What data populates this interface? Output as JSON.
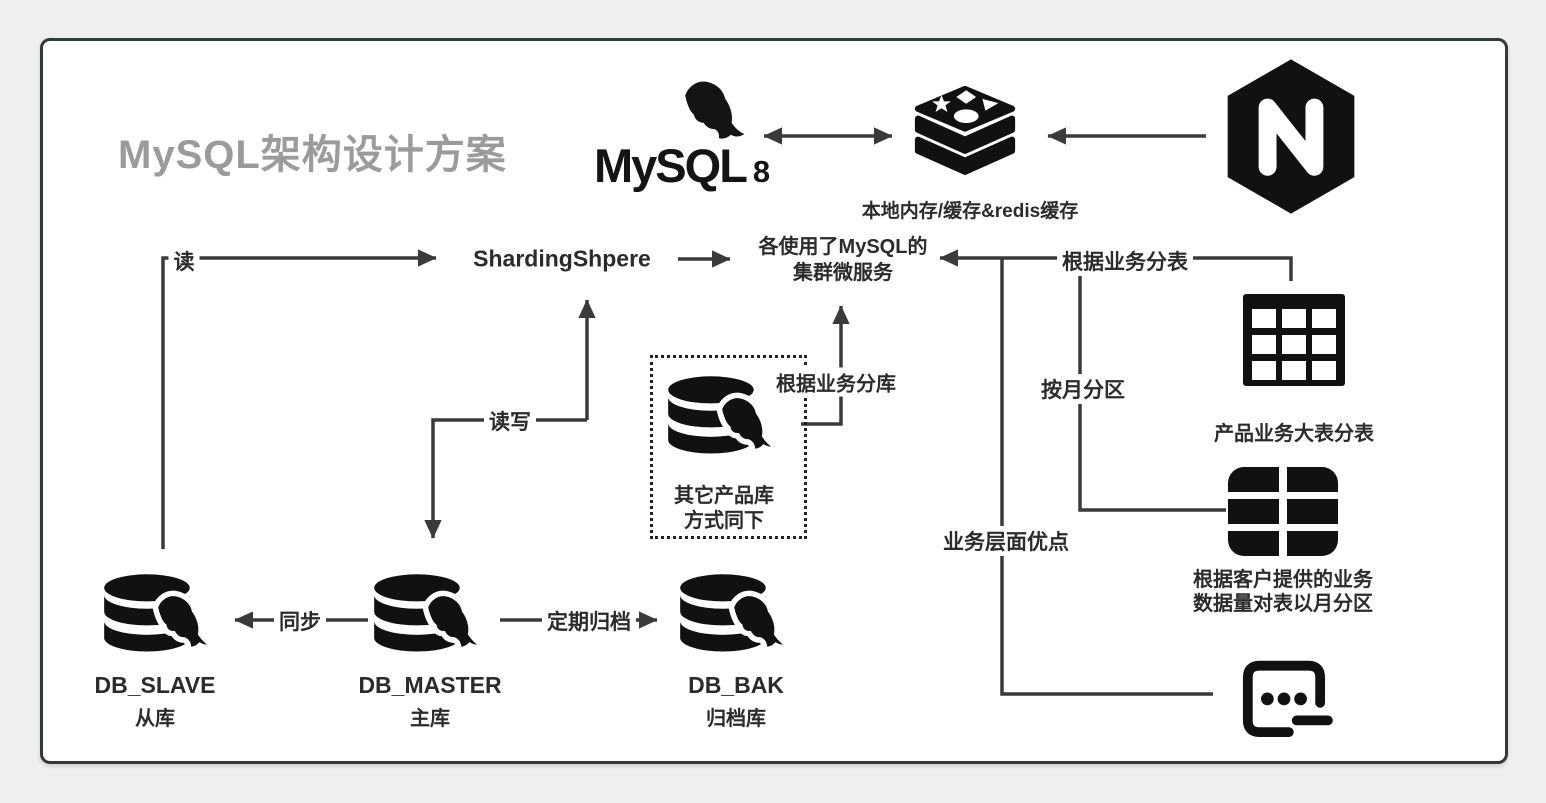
{
  "title": "MySQL架构设计方案",
  "mysql_logo": {
    "wordmark": "MySQL",
    "version": "8"
  },
  "cache": {
    "label": "本地内存/缓存&redis缓存"
  },
  "nodes": {
    "sharding": "ShardingShpere",
    "microservices_line1": "各使用了MySQL的",
    "microservices_line2": "集群微服务"
  },
  "edge_labels": {
    "read": "读",
    "read_write": "读写",
    "sync": "同步",
    "archive": "定期归档",
    "split_db": "根据业务分库",
    "split_table": "根据业务分表",
    "monthly_partition": "按月分区",
    "business_benefit": "业务层面优点"
  },
  "databases": {
    "slave": {
      "name": "DB_SLAVE",
      "cn": "从库"
    },
    "master": {
      "name": "DB_MASTER",
      "cn": "主库"
    },
    "bak": {
      "name": "DB_BAK",
      "cn": "归档库"
    },
    "other": {
      "line1": "其它产品库",
      "line2": "方式同下"
    }
  },
  "right_column": {
    "big_table": "产品业务大表分表",
    "partition_line1": "根据客户提供的业务",
    "partition_line2": "数据量对表以月分区"
  },
  "icons": {
    "dolphin": "mysql-dolphin-icon",
    "redis": "redis-cache-icon",
    "nginx": "nginx-icon",
    "database": "mysql-database-icon",
    "table": "sharded-table-icon",
    "partition": "partitioned-table-icon",
    "chat": "chat-bubble-icon"
  },
  "colors": {
    "background": "#efefef",
    "panel": "#ffffff",
    "panel_border": "#2f3a40",
    "line": "#3a3a3a",
    "text": "#2b2b2b",
    "title": "#9b9b9b",
    "icon": "#111111"
  }
}
